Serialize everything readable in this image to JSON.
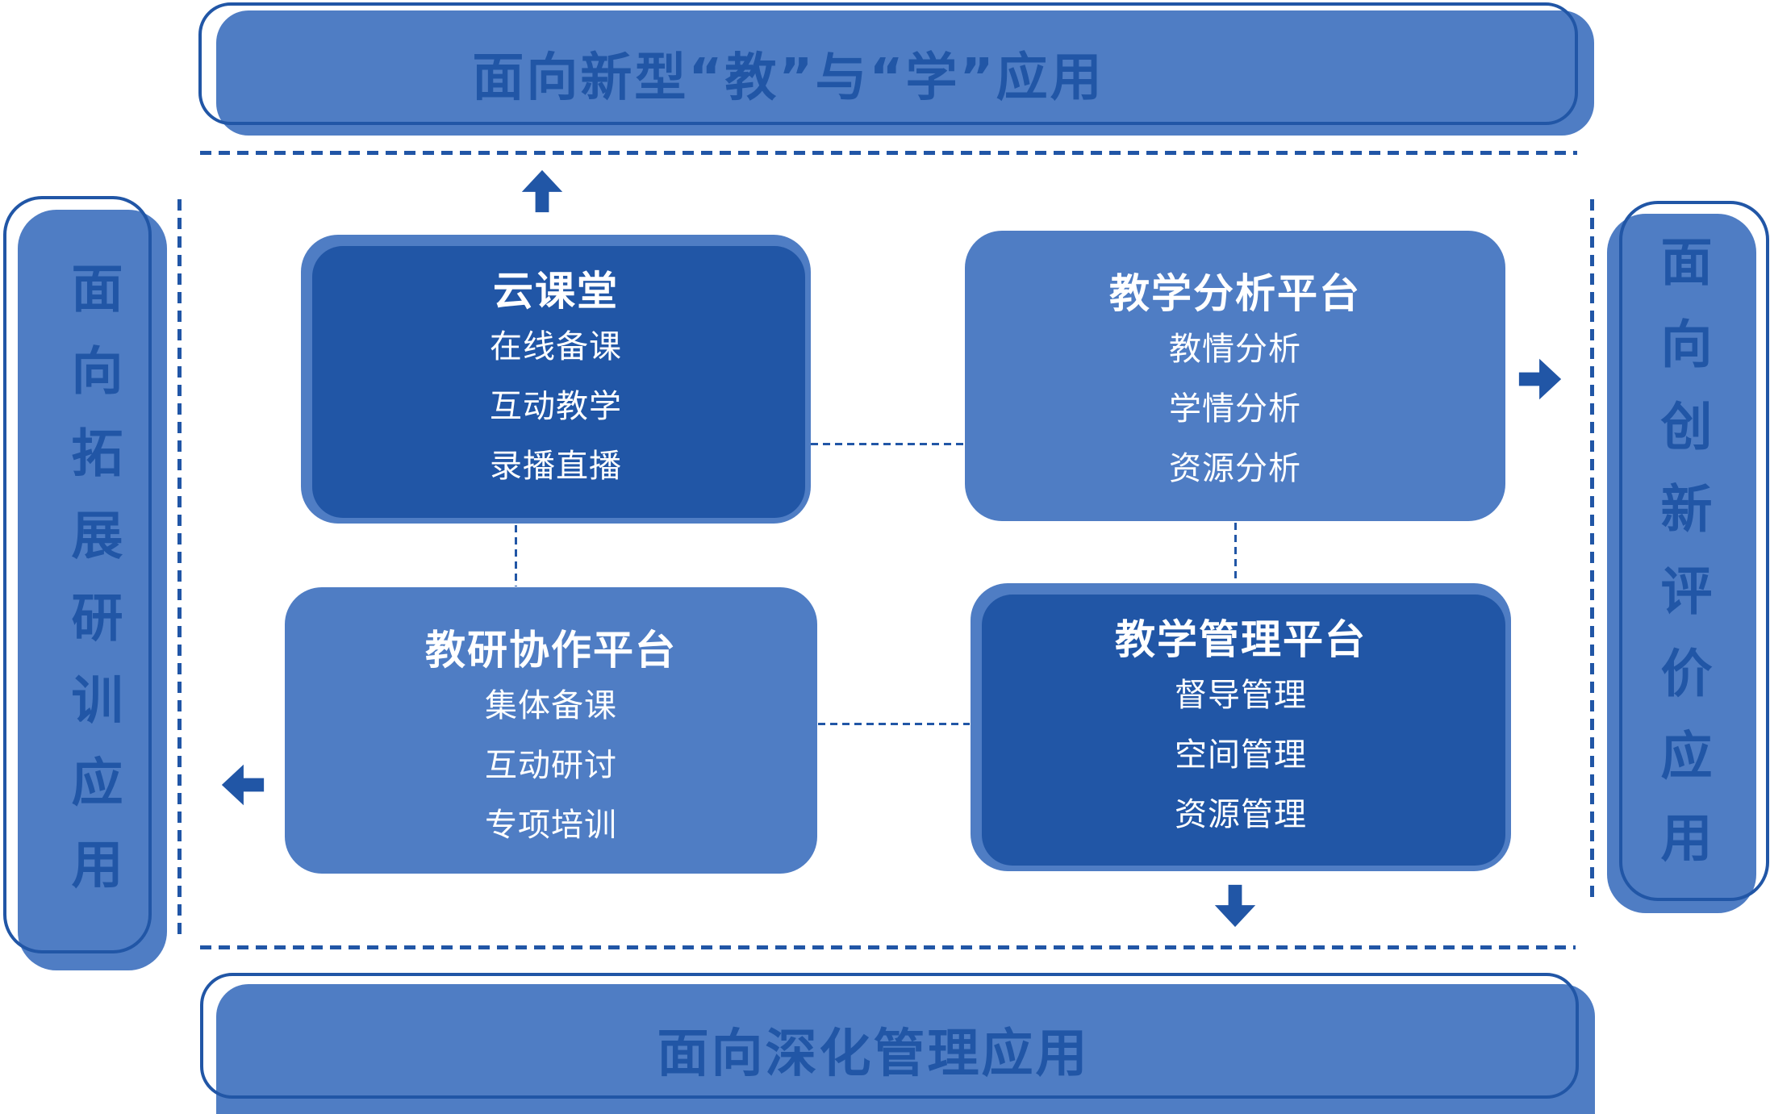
{
  "banners": {
    "top": {
      "label": "面向新型“教”与“学”应用"
    },
    "bottom": {
      "label": "面向深化管理应用"
    },
    "left": {
      "label": "面向拓展研训应用"
    },
    "right": {
      "label": "面向创新评价应用"
    }
  },
  "boxes": [
    {
      "id": "cloud-classroom",
      "variant": "dark",
      "title": "云课堂",
      "items": [
        "在线备课",
        "互动教学",
        "录播直播"
      ]
    },
    {
      "id": "teaching-analysis",
      "variant": "light",
      "title": "教学分析平台",
      "items": [
        "教情分析",
        "学情分析",
        "资源分析"
      ]
    },
    {
      "id": "research-collab",
      "variant": "light",
      "title": "教研协作平台",
      "items": [
        "集体备课",
        "互动研讨",
        "专项培训"
      ]
    },
    {
      "id": "teaching-management",
      "variant": "dark",
      "title": "教学管理平台",
      "items": [
        "督导管理",
        "空间管理",
        "资源管理"
      ]
    }
  ],
  "arrows": [
    {
      "name": "arrow-up-icon",
      "direction": "up"
    },
    {
      "name": "arrow-right-icon",
      "direction": "right"
    },
    {
      "name": "arrow-left-icon",
      "direction": "left"
    },
    {
      "name": "arrow-down-icon",
      "direction": "down"
    }
  ],
  "colors": {
    "accent_dark": "#2156a6",
    "accent_mid": "#4f7dc4",
    "text_on_dark": "#ffffff"
  }
}
